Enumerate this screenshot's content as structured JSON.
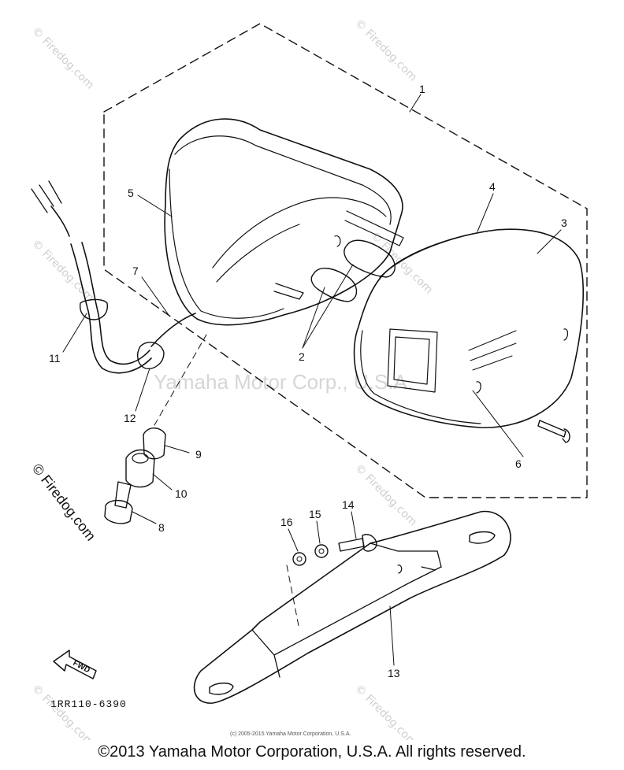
{
  "watermarks": {
    "site": "© Firedog.com",
    "center": "Yamaha Motor Corp., U.S.A."
  },
  "labels": {
    "l1": "1",
    "l2": "2",
    "l3": "3",
    "l4": "4",
    "l5": "5",
    "l6": "6",
    "l7": "7",
    "l8": "8",
    "l9": "9",
    "l10": "10",
    "l11": "11",
    "l12": "12",
    "l13": "13",
    "l14": "14",
    "l15": "15",
    "l16": "16"
  },
  "fwd_arrow_text": "FWD",
  "diagram_number": "1RR110-6390",
  "fine_print": "(c) 2005-2015 Yamaha Motor Corporation, U.S.A.",
  "footer": "©2013 Yamaha Motor Corporation, U.S.A. All rights reserved."
}
